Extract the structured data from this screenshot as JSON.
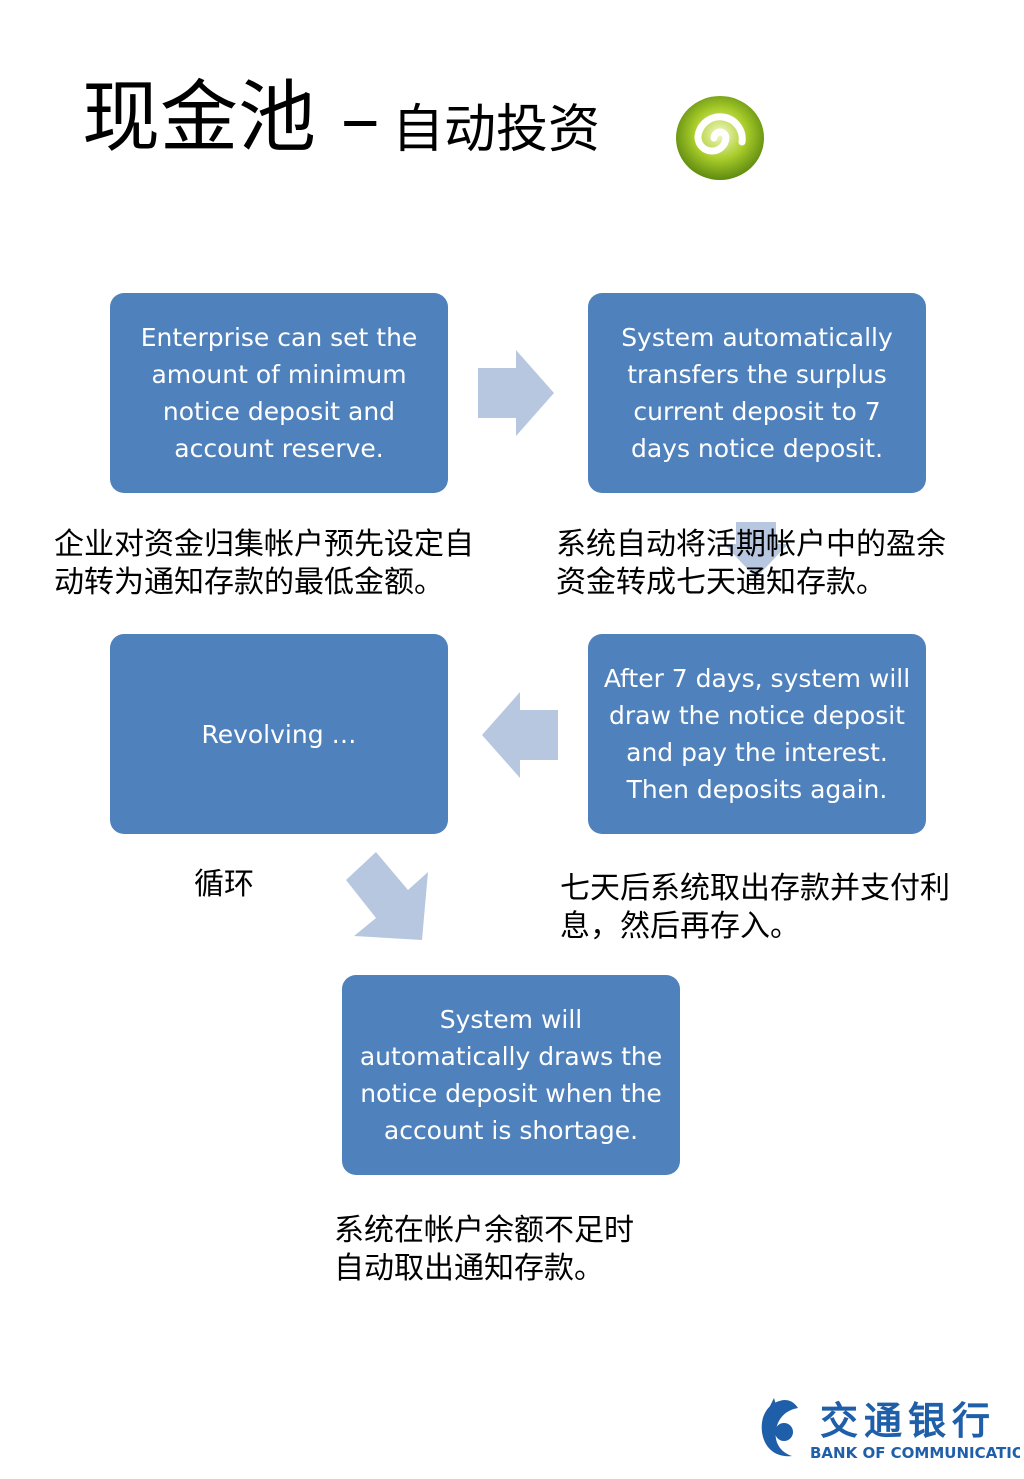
{
  "title": {
    "main": "现金池 –",
    "sub": "自动投资",
    "icon": "green-swirl-icon"
  },
  "colors": {
    "box_fill": "#4f81bd",
    "arrow_fill": "#b8c7e0",
    "logo_blue": "#1f5ea8",
    "icon_green": "#8db31c"
  },
  "steps": [
    {
      "en": "Enterprise can set the amount of minimum notice deposit and account reserve.",
      "zh": [
        "企业对资金归集帐户预先设定自",
        "动转为通知存款的最低金额。"
      ]
    },
    {
      "en": "System automatically transfers the surplus current deposit to 7 days notice deposit.",
      "zh": [
        "系统自动将活期帐户中的盈余",
        "资金转成七天通知存款。"
      ]
    },
    {
      "en": "After 7 days, system will draw the notice deposit and pay the interest. Then deposits again.",
      "zh": [
        "七天后系统取出存款并支付利",
        "息，然后再存入。"
      ]
    },
    {
      "en": "Revolving …",
      "zh": [
        "循环"
      ]
    },
    {
      "en": "System will automatically draws the notice deposit when the account is shortage.",
      "zh": [
        "系统在帐户余额不足时",
        "自动取出通知存款。"
      ]
    }
  ],
  "logo": {
    "chinese": "交通银行",
    "english": "BANK OF COMMUNICATIONS"
  }
}
